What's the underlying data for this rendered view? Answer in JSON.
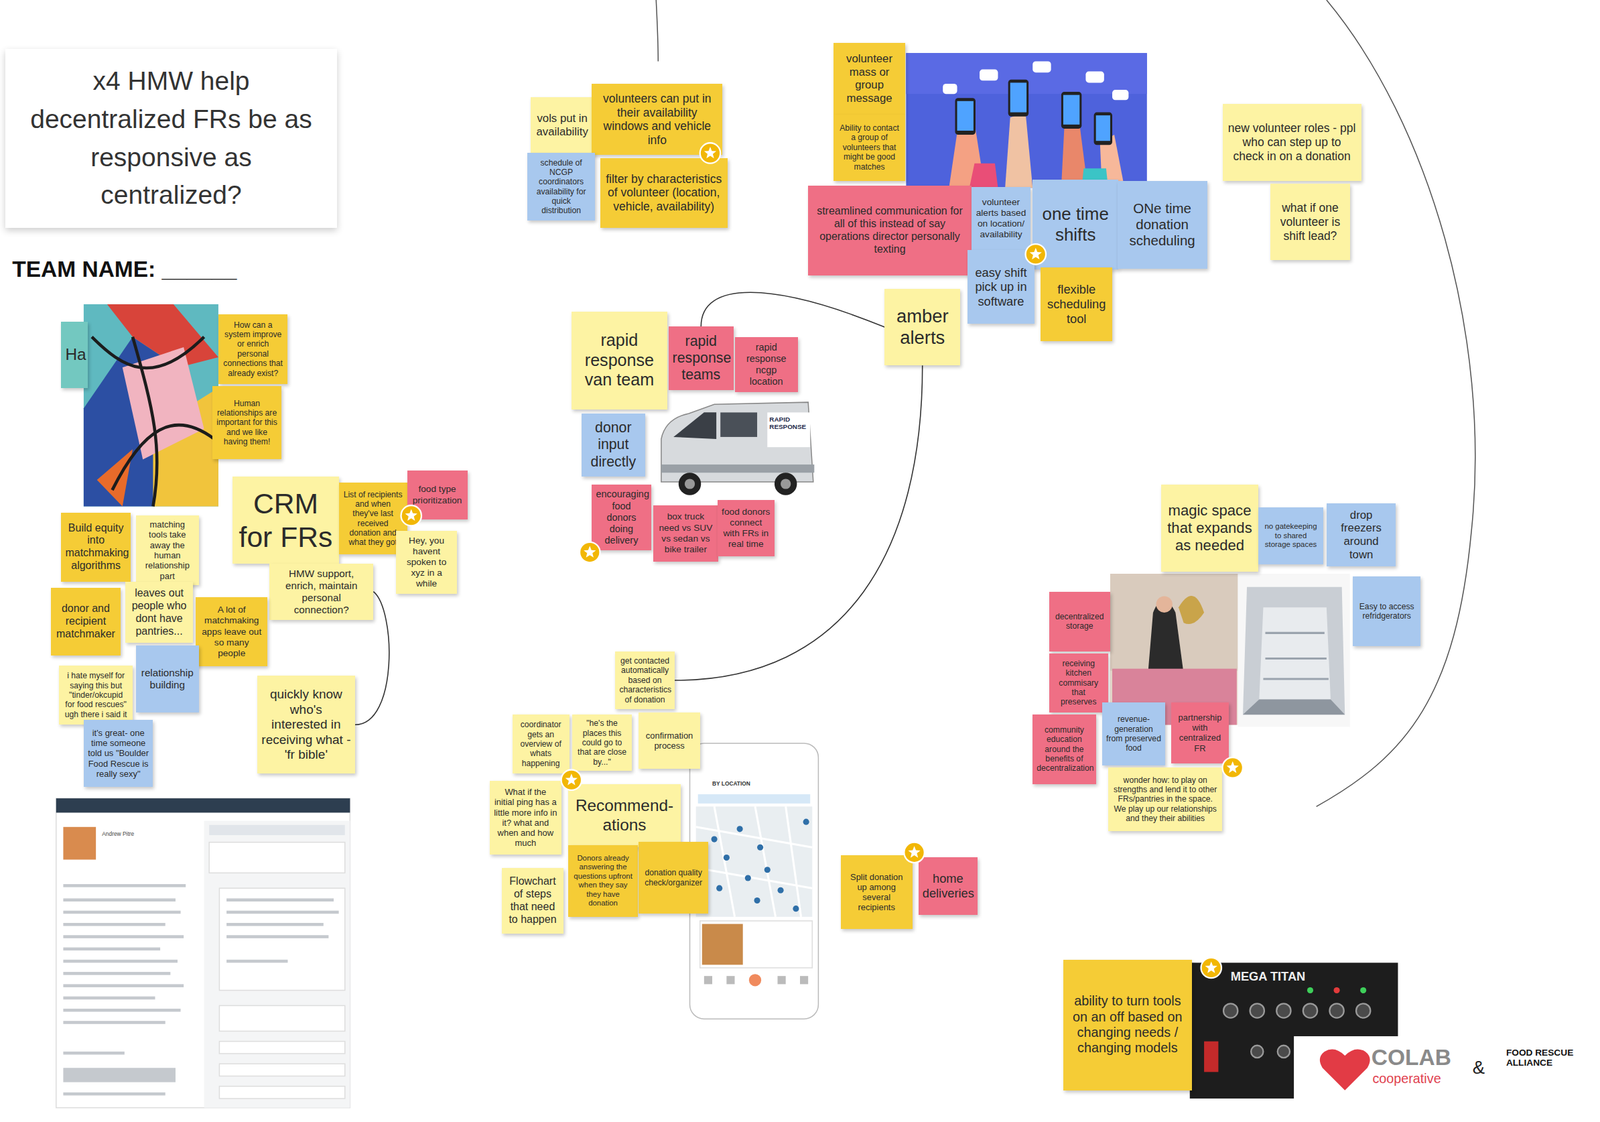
{
  "diagram": {
    "title": "x4 HMW help decentralized FRs be as responsive as centralized?",
    "nodes": [
      {
        "text": [
          "vols put in availability"
        ]
      },
      {
        "text": [
          "volunteers can put in their availability windows and vehicle info"
        ]
      },
      {
        "text": [
          "schedule of NCGP coordinators availability for quick distribution"
        ]
      },
      {
        "text": [
          "filter by characteristics of volunteer (location, vehicle, availability)"
        ]
      },
      {
        "text": [
          "volunteer mass or group message"
        ]
      },
      {
        "text": [
          "Ability to contact a group of volunteers that might be good matches"
        ]
      },
      {
        "text": [
          "streamlined communication for all of this instead of say operations director personally texting"
        ]
      },
      {
        "text": [
          "volunteer alerts based on location/ availability"
        ]
      },
      {
        "text": [
          "one time shifts"
        ]
      },
      {
        "text": [
          "ONe time donation scheduling"
        ]
      },
      {
        "text": [
          "easy shift pick up in software"
        ]
      },
      {
        "text": [
          "flexible scheduling tool"
        ]
      },
      {
        "text": [
          "amber alerts"
        ]
      },
      {
        "text": [
          "new volunteer roles - ppl who can step up to check in on a donation"
        ]
      },
      {
        "text": [
          "what if one volunteer is shift lead?"
        ]
      },
      {
        "text": [
          "rapid response van team"
        ]
      },
      {
        "text": [
          "rapid response teams"
        ]
      },
      {
        "text": [
          "rapid response ncgp location"
        ]
      },
      {
        "text": [
          "donor input directly"
        ]
      },
      {
        "text": [
          "encouraging food donors doing delivery"
        ]
      },
      {
        "text": [
          "box truck need vs SUV vs sedan vs bike trailer"
        ]
      },
      {
        "text": [
          "food donors connect with FRs in real time"
        ]
      },
      {
        "text": [
          "Ha"
        ]
      },
      {
        "text": [
          "How can a system improve or enrich personal connections that already exist?"
        ]
      },
      {
        "text": [
          "Human relationships are important for this and we like having them!"
        ]
      },
      {
        "text": [
          "CRM for FRs"
        ]
      },
      {
        "text": [
          "List of recipients and when they've last received donation and what they got"
        ]
      },
      {
        "text": [
          "food type prioritization"
        ]
      },
      {
        "text": [
          "Hey, you havent spoken to xyz in a while"
        ]
      },
      {
        "text": [
          "HMW support, enrich, maintain personal connection?"
        ]
      },
      {
        "text": [
          "Build equity into matchmaking algorithms"
        ]
      },
      {
        "text": [
          "matching tools take away the human relationship part"
        ]
      },
      {
        "text": [
          "donor and recipient matchmaker"
        ]
      },
      {
        "text": [
          "leaves out people who dont have pantries..."
        ]
      },
      {
        "text": [
          "A lot of matchmaking apps leave out so many people"
        ]
      },
      {
        "text": [
          "i hate myself for saying this but \"tinder/okcupid for food rescues\" ugh there i said it"
        ]
      },
      {
        "text": [
          "relationship building"
        ]
      },
      {
        "text": [
          "it's great- one time someone told us \"Boulder Food Rescue is really sexy\""
        ]
      },
      {
        "text": [
          "quickly know who's interested in receiving what - 'fr bible'"
        ]
      },
      {
        "text": [
          "get contacted automatically based on characteristics of donation"
        ]
      },
      {
        "text": [
          "coordinator gets an overview of whats happening"
        ]
      },
      {
        "text": [
          "\"he's the places this could go to that are close by...\""
        ]
      },
      {
        "text": [
          "confirmation process"
        ]
      },
      {
        "text": [
          "What if the initial ping has a little more info in it? what and when and how much"
        ]
      },
      {
        "text": [
          "Recommend-ations"
        ]
      },
      {
        "text": [
          "Donors already answering the questions upfront when they say they have donation"
        ]
      },
      {
        "text": [
          "donation quality check/organizer"
        ]
      },
      {
        "text": [
          "Flowchart of steps that need to happen"
        ]
      },
      {
        "text": [
          "Split donation up among several recipients"
        ]
      },
      {
        "text": [
          "home deliveries"
        ]
      },
      {
        "text": [
          "magic space that expands as needed"
        ]
      },
      {
        "text": [
          "no gatekeeping to shared storage spaces"
        ]
      },
      {
        "text": [
          "drop freezers around town"
        ]
      },
      {
        "text": [
          "Easy to access refridgerators"
        ]
      },
      {
        "text": [
          "decentralized storage"
        ]
      },
      {
        "text": [
          "receiving kitchen commisary that preserves"
        ]
      },
      {
        "text": [
          "community education around the benefits of decentralization"
        ]
      },
      {
        "text": [
          "revenue-generation from preserved food"
        ]
      },
      {
        "text": [
          "partnership with centralized FR"
        ]
      },
      {
        "text": [
          "wonder how: to play on strengths and lend it to other FRs/pantries in the space. We play up our relationships and they their abilities"
        ]
      },
      {
        "text": [
          "ability to turn tools on an off based on changing needs / changing models"
        ]
      }
    ],
    "edges": [
      {
        "from": 12,
        "to": 16,
        "arrow": "none"
      },
      {
        "from": 12,
        "to": 39,
        "arrow": "none"
      },
      {
        "from": 29,
        "to": 38,
        "arrow": "none"
      }
    ],
    "labels": [
      "TEAM NAME: ______",
      "RAPID RESPONSE",
      "Andrew Pitre",
      "BY LOCATION",
      "MEGA TITAN",
      "COLAB",
      "cooperative",
      "&",
      "FOOD RESCUE ALLIANCE"
    ]
  }
}
